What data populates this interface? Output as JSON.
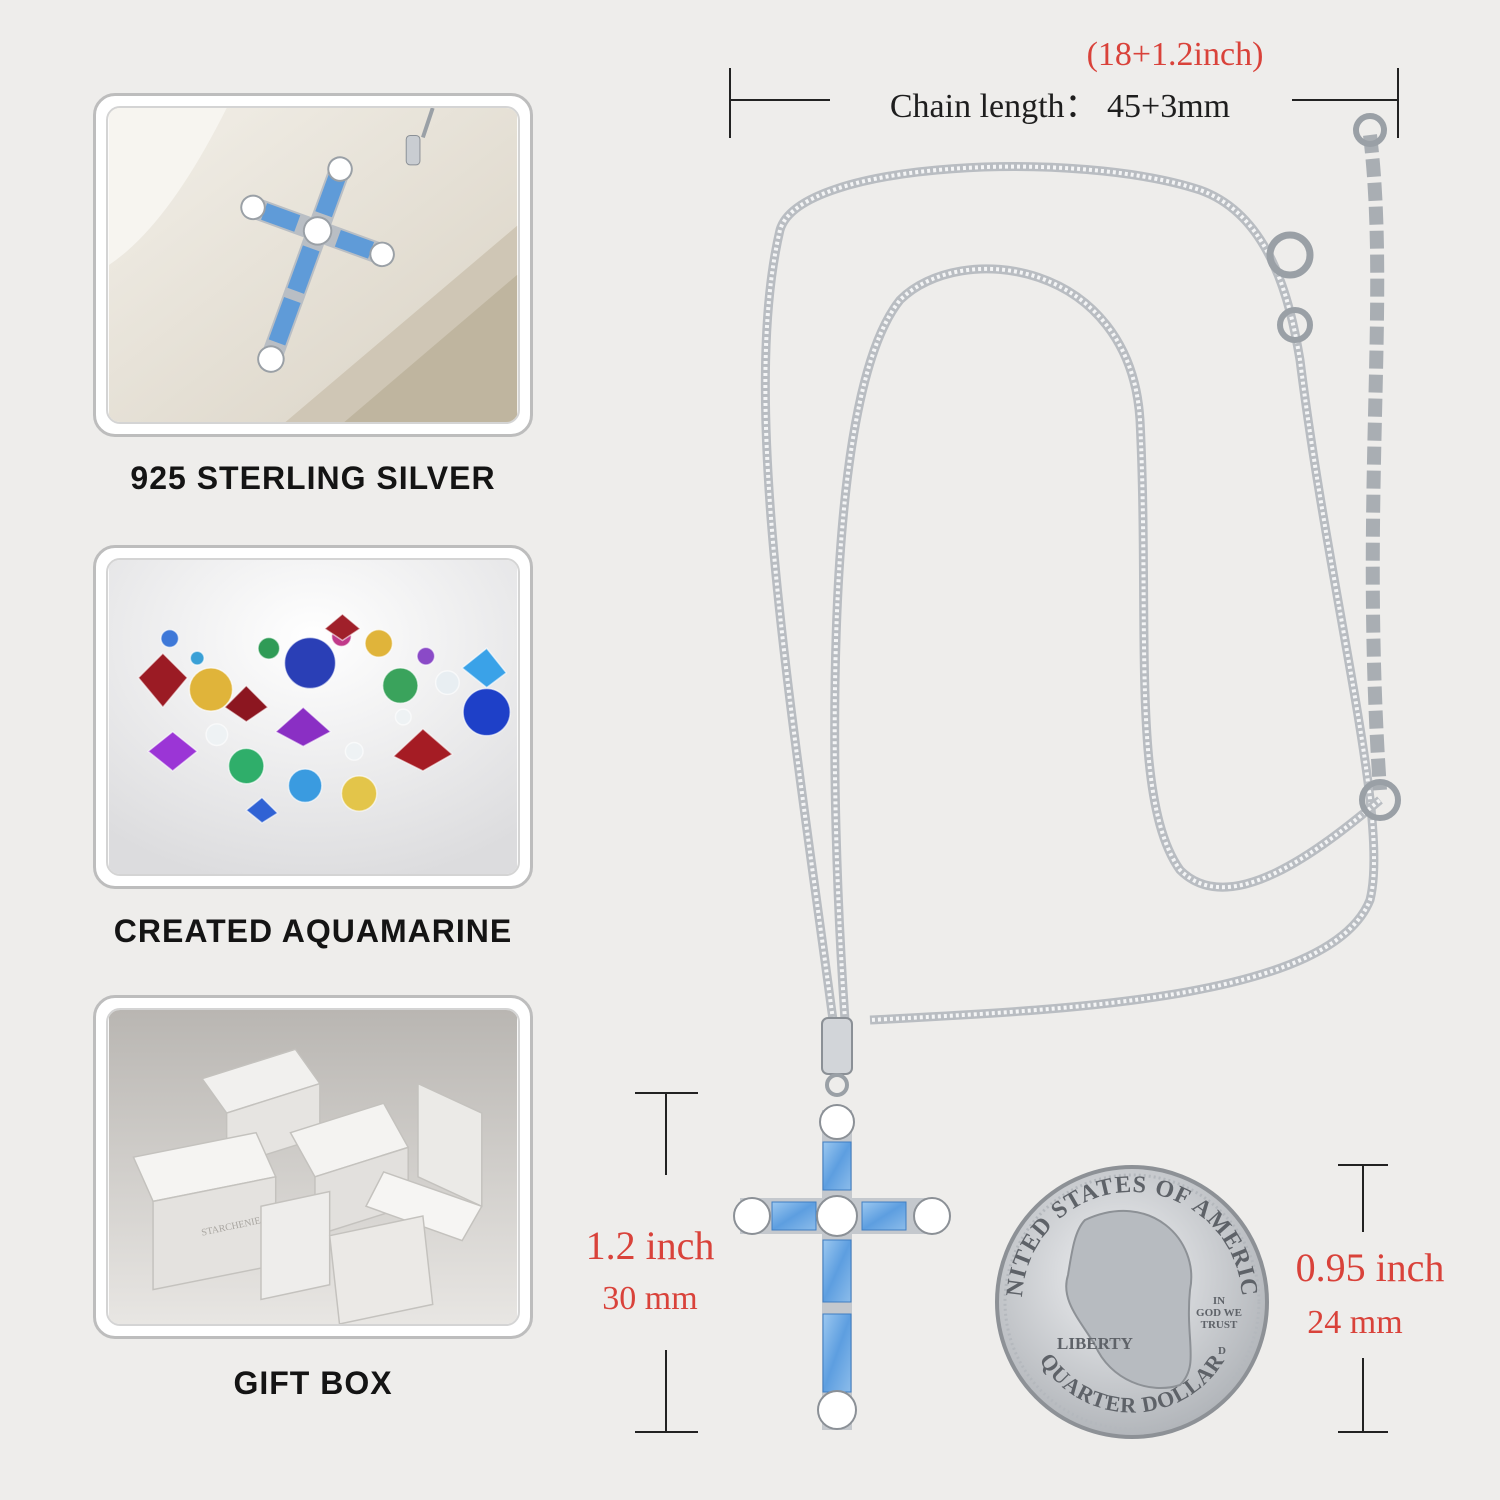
{
  "features": [
    {
      "caption": "925 STERLING SILVER",
      "image_icon": "cross-pendant-closeup"
    },
    {
      "caption": "CREATED AQUAMARINE",
      "image_icon": "colored-gemstones"
    },
    {
      "caption": "GIFT BOX",
      "image_icon": "jewelry-gift-boxes"
    }
  ],
  "chain": {
    "inch_value": "(18+1.2inch)",
    "length_label": "Chain length： 45+3mm"
  },
  "pendant_size": {
    "inch": "1.2 inch",
    "mm": "30 mm"
  },
  "coin_size": {
    "inch": "0.95 inch",
    "mm": "24 mm"
  },
  "coin": {
    "top_text": "UNITED STATES OF AMERICA",
    "bottom_text": "QUARTER DOLLAR",
    "liberty": "LIBERTY",
    "motto": [
      "IN",
      "GOD WE",
      "TRUST"
    ],
    "mint": "D"
  },
  "box_brand": "STARCHENIE",
  "colors": {
    "accent_red": "#d9423a",
    "stone_blue": "#6aa7e0",
    "silver": "#c9cdd2"
  }
}
